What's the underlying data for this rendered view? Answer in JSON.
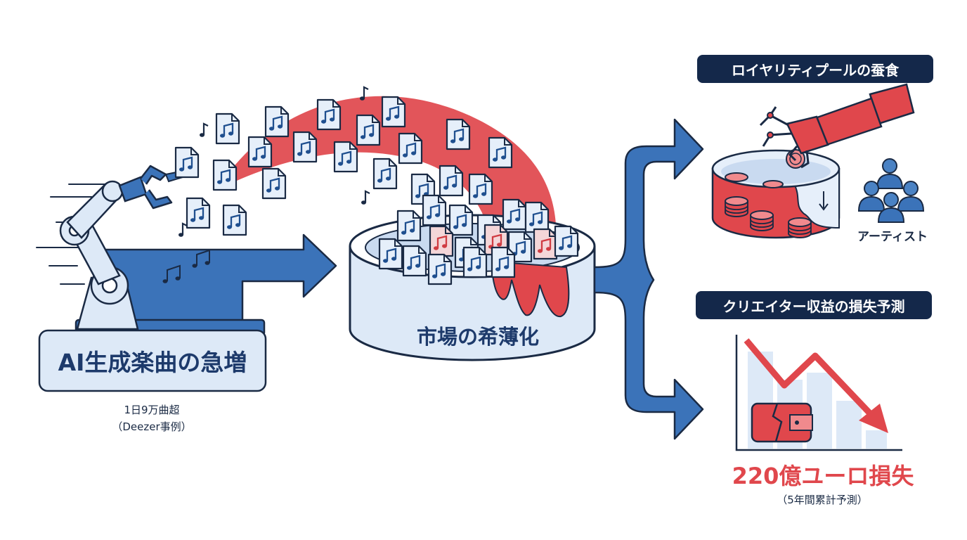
{
  "source": {
    "title": "AI生成楽曲の急増",
    "stat": "1日9万曲超",
    "stat_note": "（Deezer事例）"
  },
  "market": {
    "label": "市場の希薄化"
  },
  "royalty": {
    "title": "ロイヤリティプールの蚕食",
    "artists_label": "アーティスト"
  },
  "creator_loss": {
    "title": "クリエイター収益の損失予測",
    "amount": "220億ユーロ損失",
    "note": "（5年間累計予測）"
  },
  "colors": {
    "navy": "#14284a",
    "blue": "#3b73b9",
    "light_blue": "#dde9f7",
    "red": "#e0474c",
    "outline": "#1a2a44"
  },
  "icons": [
    "robot-arm-icon",
    "music-file-icon",
    "music-note-icon",
    "market-vat-icon",
    "robot-hand-icon",
    "coin-icon",
    "artists-group-icon",
    "broken-wallet-icon",
    "decline-chart-icon",
    "fork-arrow-icon"
  ]
}
